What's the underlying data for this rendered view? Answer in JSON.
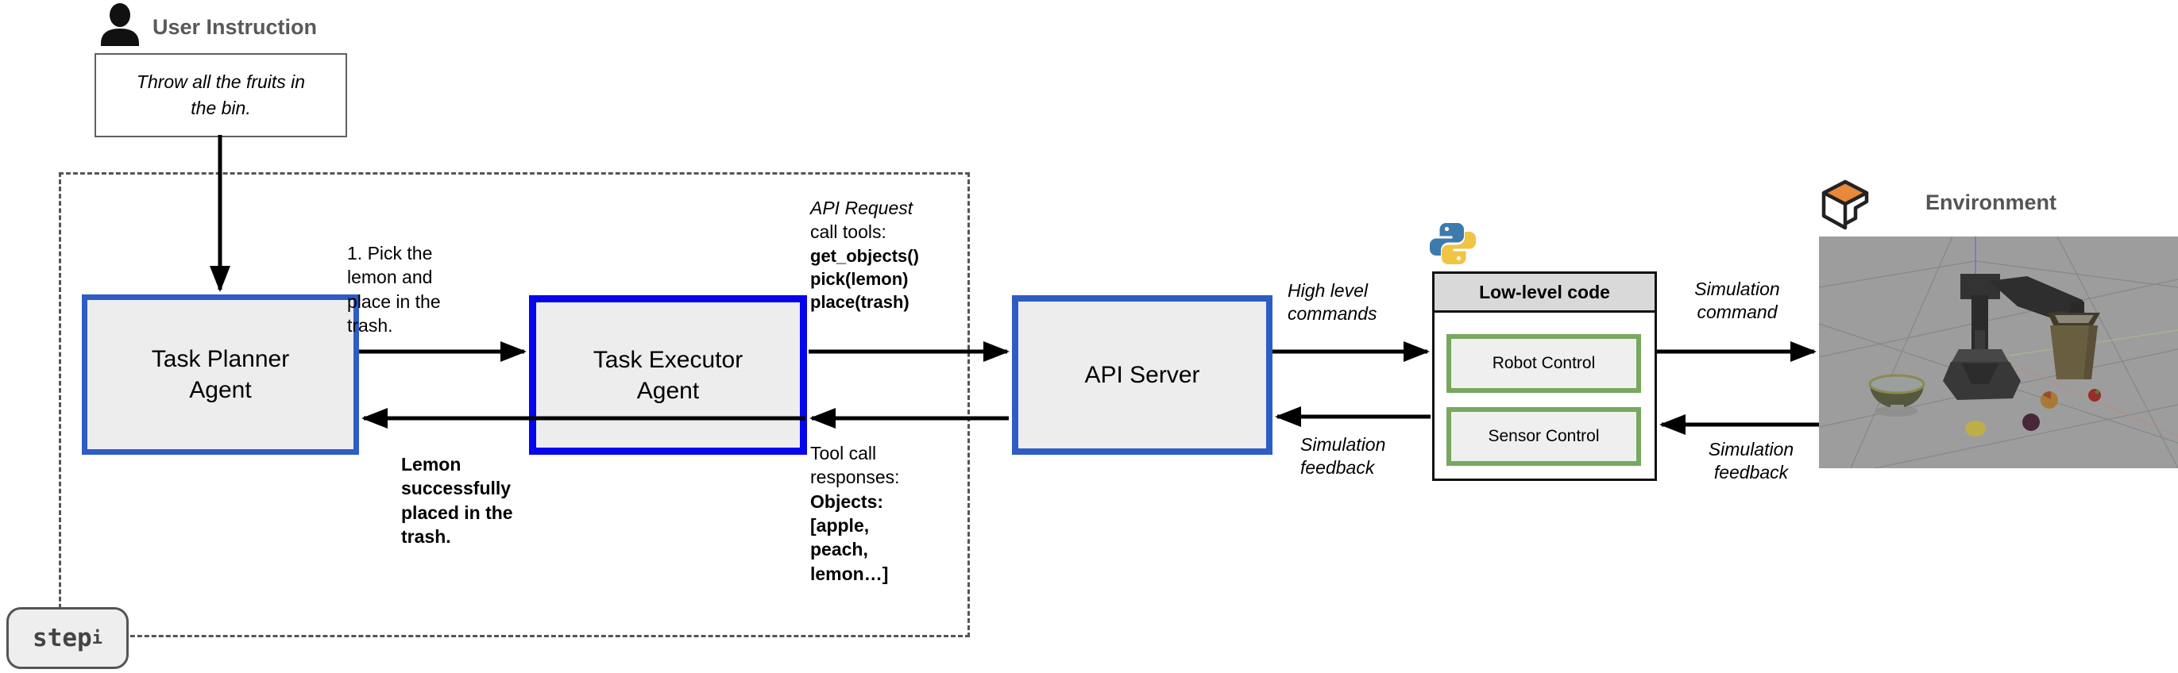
{
  "user_instruction": {
    "label": "User Instruction",
    "text": "Throw all the fruits in the bin."
  },
  "agents": {
    "planner": "Task Planner Agent",
    "executor": "Task Executor Agent",
    "api_server": "API Server"
  },
  "messages": {
    "plan": "1. Pick the lemon and place in the trash.",
    "result": "Lemon successfully placed in the trash.",
    "api_request_title": "API Request",
    "api_request_sub": "call tools:",
    "api_request_code": "get_objects() pick(lemon) place(trash)",
    "tool_response_intro": "Tool call responses:",
    "tool_response_code": "Objects: [apple, peach, lemon…]"
  },
  "flow_labels": {
    "high_level_commands": "High level commands",
    "simulation_feedback_left": "Simulation feedback",
    "simulation_command": "Simulation command",
    "simulation_feedback_right": "Simulation feedback"
  },
  "low_level": {
    "title": "Low-level code",
    "items": [
      "Robot Control",
      "Sensor Control"
    ]
  },
  "environment": {
    "label": "Environment"
  },
  "step": {
    "base": "step",
    "sub": "i"
  },
  "icons": {
    "user": "person-icon",
    "python": "python-logo-icon",
    "cube": "cube-environment-icon"
  },
  "colors": {
    "planner_border": "#2e5cc5",
    "executor_border": "#0505ee",
    "api_border": "#2e5cc5",
    "control_border": "#77a85e",
    "header_text": "#595959",
    "node_fill": "#ededed",
    "lowlevel_header_fill": "#d9d9d9",
    "cube_top": "#e8883a",
    "python_blue": "#3d7aad",
    "python_yellow": "#f0c445",
    "sim_floor": "#9d9d9d"
  }
}
